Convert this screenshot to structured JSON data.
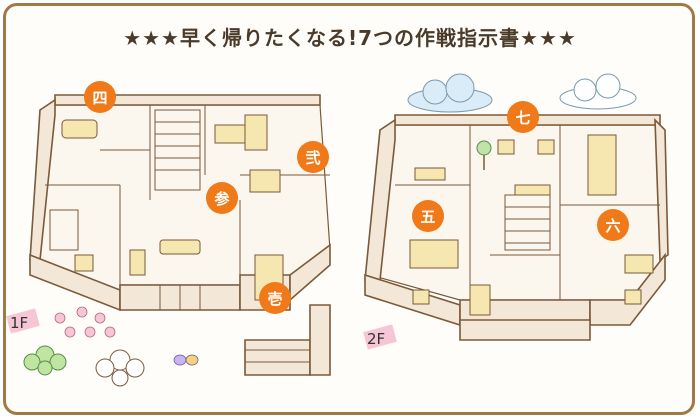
{
  "title": "★★★早く帰りたくなる!7つの作戦指示書★★★",
  "floors": {
    "first": "1F",
    "second": "2F"
  },
  "markers": [
    "壱",
    "弐",
    "参",
    "四",
    "五",
    "六",
    "七"
  ],
  "colors": {
    "frame": "#a07a45",
    "marker": "#f07a1a",
    "wall": "#f3e7d8",
    "line": "#7a5a3a"
  },
  "icons": [
    "cloud-icon",
    "flower-icon",
    "butterfly-icon",
    "tree-icon"
  ]
}
